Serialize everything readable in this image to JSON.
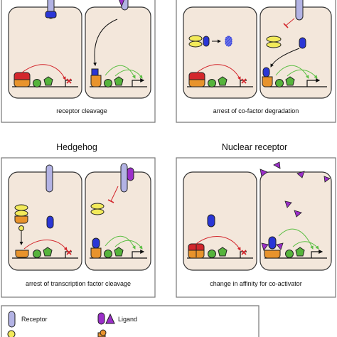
{
  "panels": {
    "top_left": {
      "caption": "receptor cleavage"
    },
    "top_right": {
      "caption": "arrest of co-factor degradation"
    },
    "bottom_left": {
      "title": "Hedgehog",
      "caption": "arrest of transcription factor cleavage"
    },
    "bottom_right": {
      "title": "Nuclear receptor",
      "caption": "change in affinity for co-activator"
    }
  },
  "legend": {
    "receptor_label": "Receptor",
    "ligand_label": "Ligand"
  },
  "colors": {
    "cell_fill": "#f3e7db",
    "panel_border": "#777777",
    "receptor": "#b3b3e4",
    "ligand": "#9b2fc9",
    "cofactor": "#2a36d6",
    "tf_orange": "#e8932c",
    "repressor_red": "#d3262c",
    "coactivator_yellow": "#f2ea5a",
    "enhancer_green": "#56b43c",
    "repress_arrow": "#d3262c",
    "activate_arrow": "#5cbf44"
  }
}
